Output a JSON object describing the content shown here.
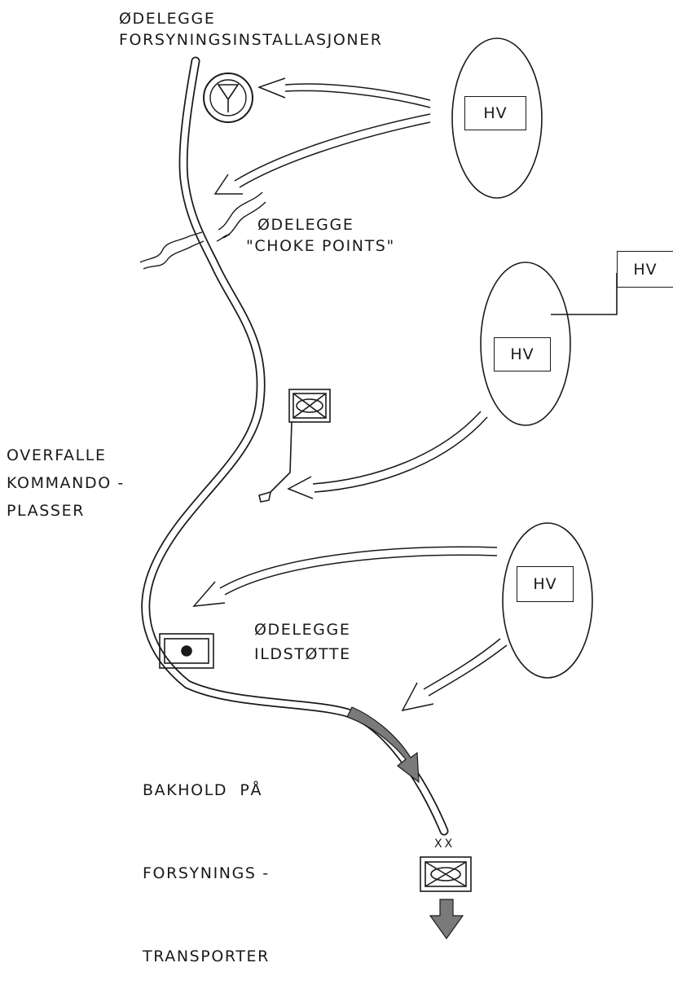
{
  "labels": {
    "supply_installations": [
      "ØDELEGGE",
      "FORSYNINGSINSTALLASJONER"
    ],
    "choke_points": [
      "ØDELEGGE",
      "\"CHOKE POINTS\""
    ],
    "command_posts": [
      "OVERFALLE",
      "KOMMANDO -",
      "PLASSER"
    ],
    "fire_support": [
      "ØDELEGGE",
      "ILDSTØTTE"
    ],
    "ambush_transports": [
      "BAKHOLD  PÅ",
      "FORSYNINGS -",
      "TRANSPORTER"
    ]
  },
  "units": {
    "hv_1": "HV",
    "hv_2": "HV",
    "hv_2_flag": "HV",
    "hv_3": "HV",
    "division_echelon": "XX"
  },
  "icons": {
    "supply_point": "antenna-in-circle-icon",
    "command_post": "armored-unit-flag-icon",
    "artillery": "artillery-dot-icon",
    "division": "armored-division-icon"
  },
  "colors": {
    "ink": "#1a1a1a",
    "filled_arrow": "#7a7a7a",
    "background": "#ffffff"
  }
}
